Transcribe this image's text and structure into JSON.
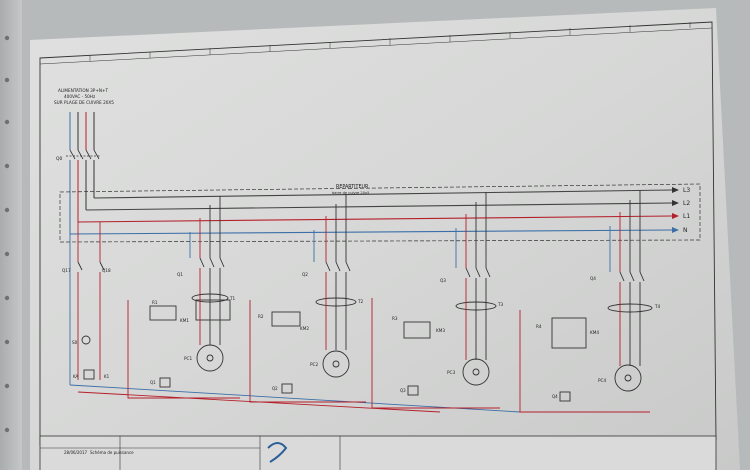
{
  "supply": {
    "lines": [
      "ALIMENTATION 3P+N+T",
      "400VAC - 50Hz",
      "SUR PLAGE DE CUIVRE 20X5"
    ]
  },
  "bus": {
    "title": "REPARTITEUR",
    "subtitle": "barre de cuivre 20x5",
    "labels": [
      "L3",
      "L2",
      "L1",
      "N"
    ],
    "colors": {
      "L3": "#444444",
      "L2": "#444444",
      "L1": "#b51f2a",
      "N": "#3c6fa8"
    }
  },
  "devices": {
    "main_breaker": "Q0",
    "aux_breakers": [
      "Q17",
      "Q18"
    ],
    "start_button": "S0",
    "aux_relay": "KA",
    "aux_contact": "K1"
  },
  "motors": [
    {
      "breaker": "Q1",
      "contactor": "KM1",
      "relay": "R1",
      "pump": "PC1",
      "control": "Q1",
      "torus": "T1"
    },
    {
      "breaker": "Q2",
      "contactor": "KM2",
      "relay": "R2",
      "pump": "PC2",
      "control": "Q2",
      "torus": "T2"
    },
    {
      "breaker": "Q3",
      "contactor": "KM3",
      "relay": "R3",
      "pump": "PC3",
      "control": "Q3",
      "torus": "T3"
    },
    {
      "breaker": "Q4",
      "contactor": "KM4",
      "relay": "R4",
      "pump": "PC4",
      "control": "Q4",
      "torus": "T4"
    }
  ],
  "titleblock": {
    "date": "28/06/2017",
    "author": "Schéma de puissance"
  }
}
